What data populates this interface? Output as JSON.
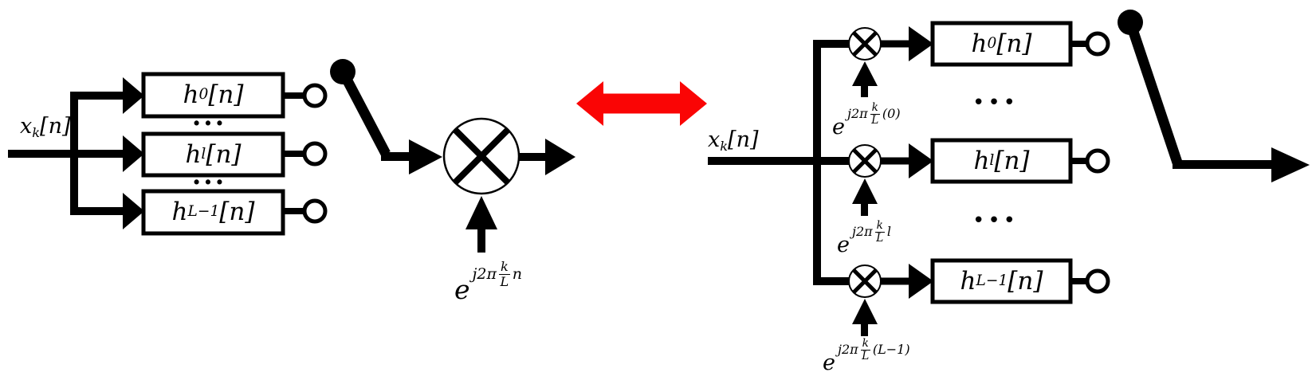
{
  "figure": {
    "background": "#ffffff",
    "ink": "#000000",
    "equivalence_arrow_color": "#fa0505"
  },
  "left_diagram": {
    "input_label": {
      "base": "x",
      "sub": "k",
      "bracket": "[n]"
    },
    "filters": [
      {
        "base": "h",
        "sub": "0",
        "bracket": "[n]"
      },
      {
        "base": "h",
        "sub": "l",
        "bracket": "[n]"
      },
      {
        "base": "h",
        "sub": "L−1",
        "bracket": "[n]"
      }
    ],
    "ellipsis": "•••",
    "modulator_label": {
      "base": "e",
      "sup_prefix": "j2π",
      "frac_num": "k",
      "frac_den": "L",
      "sup_suffix": "n"
    }
  },
  "right_diagram": {
    "input_label": {
      "base": "x",
      "sub": "k",
      "bracket": "[n]"
    },
    "modulator_labels": [
      {
        "base": "e",
        "sup_prefix": "j2π",
        "frac_num": "k",
        "frac_den": "L",
        "sup_suffix": "(0)"
      },
      {
        "base": "e",
        "sup_prefix": "j2π",
        "frac_num": "k",
        "frac_den": "L",
        "sup_suffix": "l"
      },
      {
        "base": "e",
        "sup_prefix": "j2π",
        "frac_num": "k",
        "frac_den": "L",
        "sup_suffix": "(L−1)"
      }
    ],
    "filters": [
      {
        "base": "h",
        "sub": "0",
        "bracket": "[n]"
      },
      {
        "base": "h",
        "sub": "l",
        "bracket": "[n]"
      },
      {
        "base": "h",
        "sub": "L−1",
        "bracket": "[n]"
      }
    ],
    "ellipsis": "•••"
  }
}
